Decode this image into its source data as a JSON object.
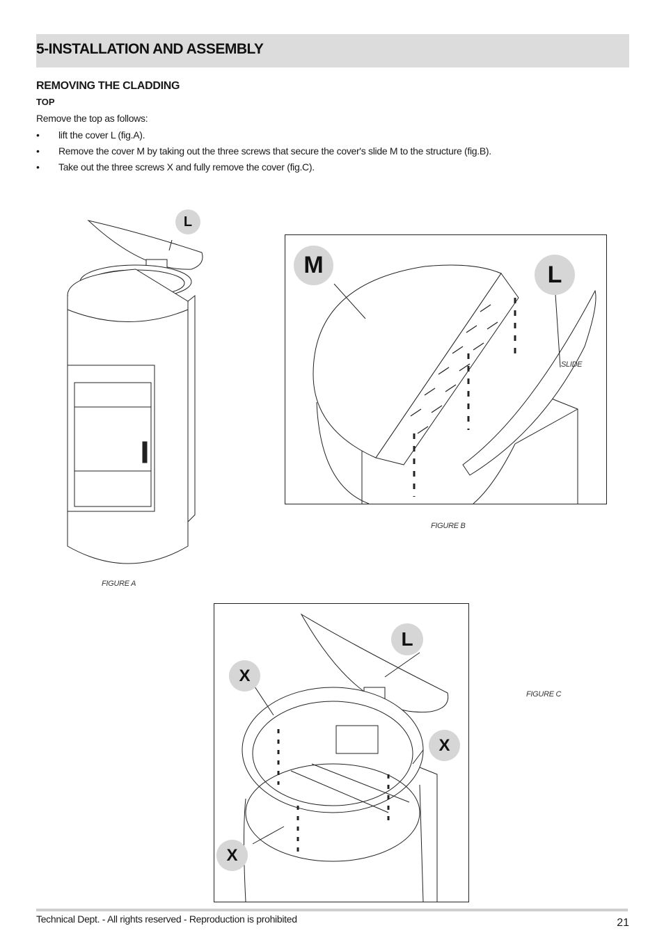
{
  "section": {
    "title": "5-INSTALLATION AND ASSEMBLY"
  },
  "subsection": {
    "title": "REMOVING THE CLADDING",
    "subtitle": "TOP"
  },
  "intro": "Remove the top as follows:",
  "steps": [
    {
      "bullet": "•",
      "text": "lift the cover L (fig.A)."
    },
    {
      "bullet": "•",
      "text": "Remove the cover M by taking out the three screws that secure the cover's slide M to the structure (fig.B)."
    },
    {
      "bullet": "•",
      "text": "Take out the three screws X and fully remove the cover (fig.C)."
    }
  ],
  "figures": {
    "a": {
      "caption": "FIGURE A",
      "callouts": [
        "L"
      ]
    },
    "b": {
      "caption": "FIGURE B",
      "callouts": [
        "M",
        "L"
      ],
      "label_slide": "SLIDE"
    },
    "c": {
      "caption": "FIGURE C",
      "callouts": [
        "L",
        "X",
        "X",
        "X"
      ]
    }
  },
  "footer": {
    "text": "Technical Dept. - All rights reserved - Reproduction is prohibited",
    "page_number": "21"
  }
}
